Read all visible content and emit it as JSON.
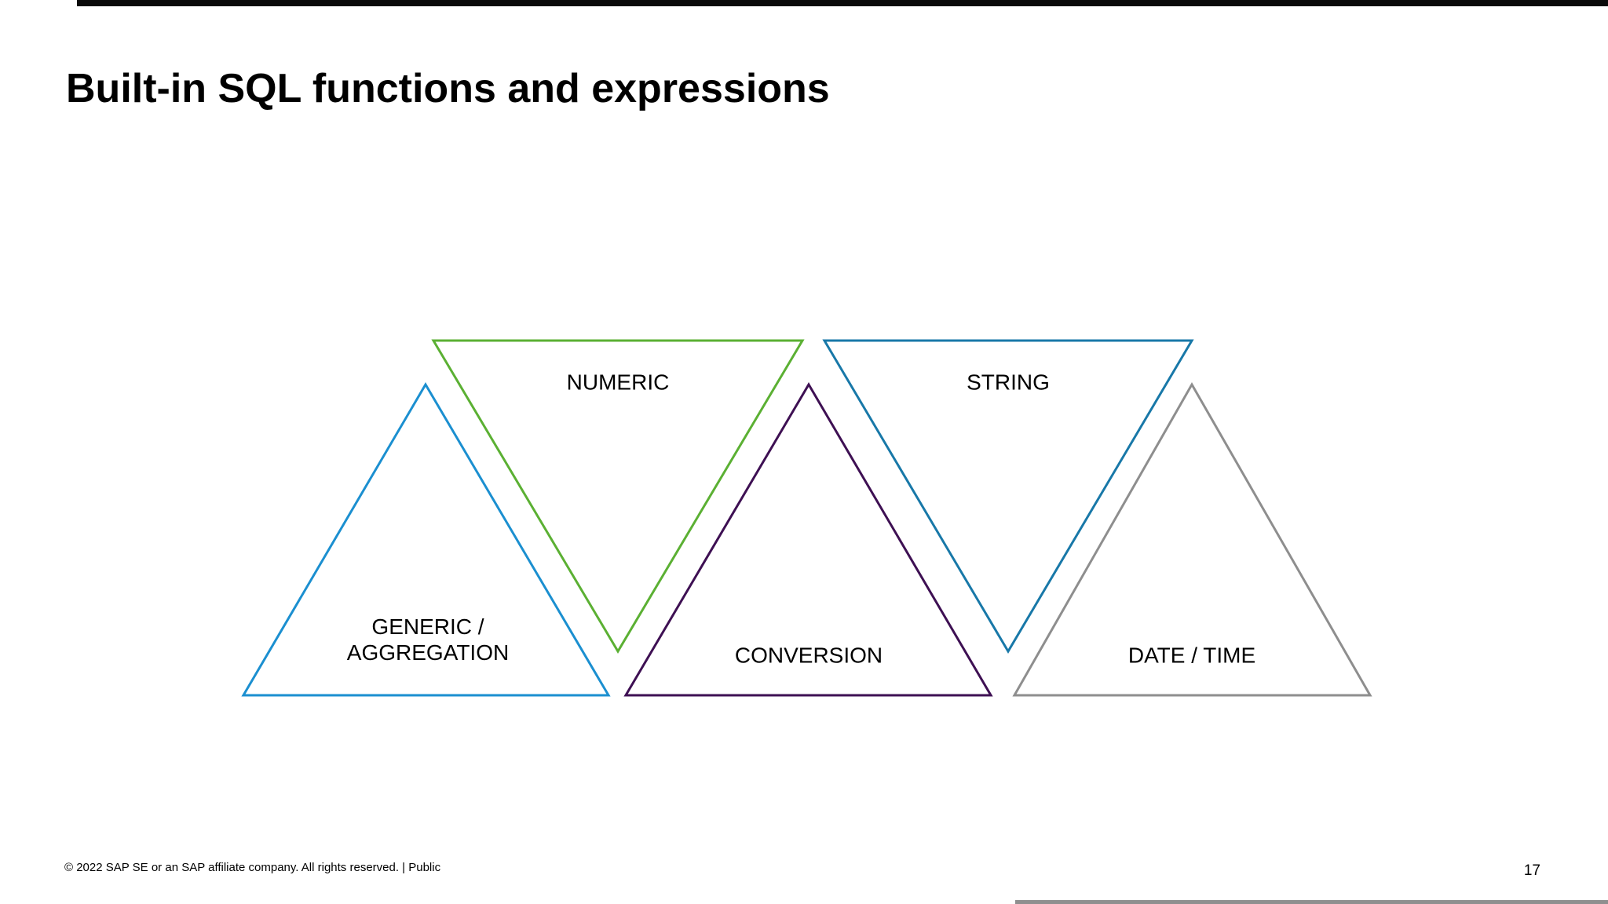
{
  "slide": {
    "title": "Built-in SQL functions and expressions",
    "footer": "© 2022 SAP SE or an SAP affiliate company. All rights reserved. | Public",
    "page_number": "17"
  },
  "diagram": {
    "triangles": [
      {
        "id": "generic-aggregation",
        "label": "GENERIC /\nAGGREGATION",
        "orientation": "up",
        "color": "#1B8FD0"
      },
      {
        "id": "numeric",
        "label": "NUMERIC",
        "orientation": "down",
        "color": "#5BB033"
      },
      {
        "id": "conversion",
        "label": "CONVERSION",
        "orientation": "up",
        "color": "#3E1053"
      },
      {
        "id": "string",
        "label": "STRING",
        "orientation": "down",
        "color": "#1878A8"
      },
      {
        "id": "date-time",
        "label": "DATE / TIME",
        "orientation": "up",
        "color": "#8E8E8E"
      }
    ]
  }
}
